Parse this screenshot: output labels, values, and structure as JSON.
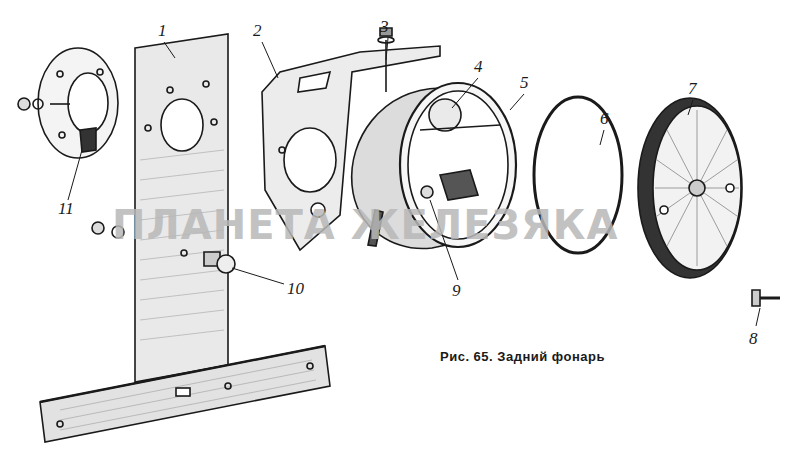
{
  "diagram": {
    "caption": "Рис. 65. Задний фонарь",
    "labels": [
      "1",
      "2",
      "3",
      "4",
      "5",
      "6",
      "7",
      "8",
      "9",
      "10",
      "11",
      "ПЛАНЕТА ЖЕЛЕЗЯКА"
    ]
  }
}
